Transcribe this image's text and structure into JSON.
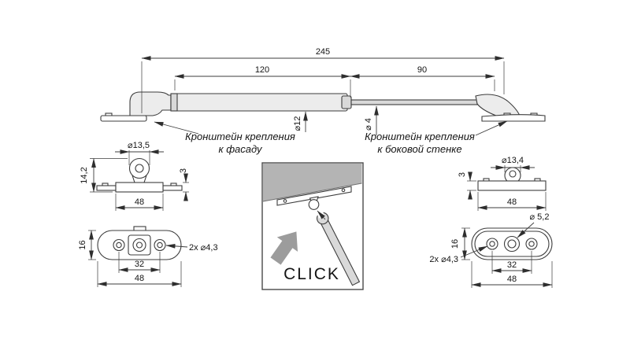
{
  "colors": {
    "line": "#3c3c3c",
    "panel_gray": "#b4b4b4",
    "arrow_gray": "#9c9c9c"
  },
  "assembly": {
    "dim_total": "245",
    "dim_body": "120",
    "dim_rod": "90",
    "dia_body": "⌀12",
    "dia_rod": "⌀ 4",
    "label_facade_line1": "Кронштейн крепления",
    "label_facade_line2": "к фасаду",
    "label_side_line1": "Кронштейн крепления",
    "label_side_line2": "к боковой стенке"
  },
  "facade_bracket": {
    "side_view": {
      "dia_socket": "⌀13,5",
      "height": "14,2",
      "plate_thickness": "3",
      "width": "48"
    },
    "top_view": {
      "plate_width": "16",
      "holes": "2x ⌀4,3",
      "hole_spacing": "32",
      "length": "48"
    }
  },
  "click_inset": {
    "label": "CLICK"
  },
  "side_wall_bracket": {
    "side_view": {
      "dia_socket": "⌀13,4",
      "plate_thickness": "3",
      "width": "48"
    },
    "top_view": {
      "plate_width": "16",
      "center_hole": "⌀ 5,2",
      "holes": "2x ⌀4,3",
      "hole_spacing": "32",
      "length": "48"
    }
  }
}
